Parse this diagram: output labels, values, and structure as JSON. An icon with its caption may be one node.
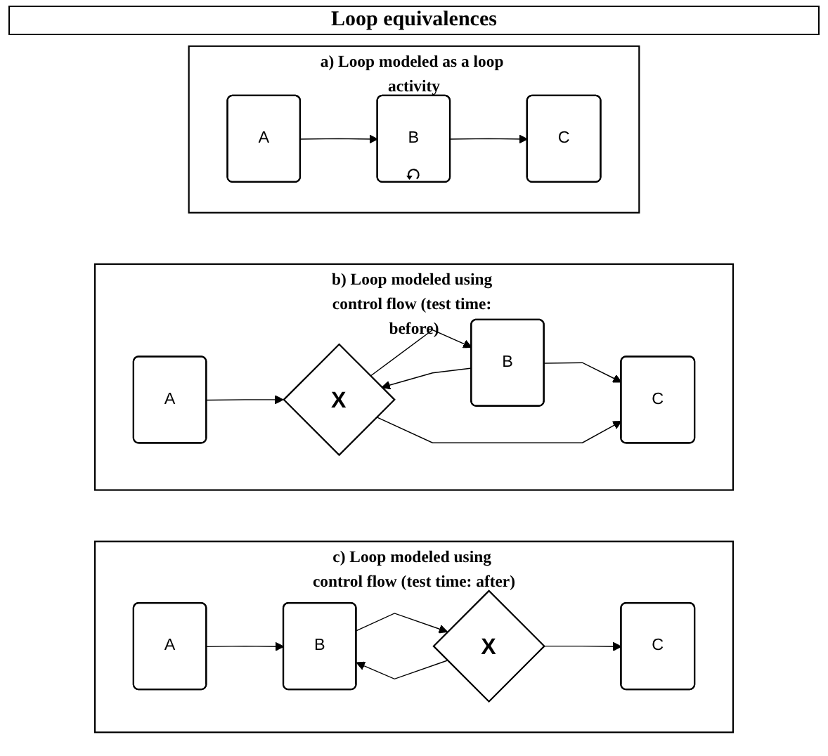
{
  "diagram": {
    "title": "Loop equivalences",
    "nodes": [
      {
        "text": [
          "a) Loop modeled as a loop activity"
        ]
      },
      {
        "text": [
          "A"
        ],
        "in": 0
      },
      {
        "text": [
          "B"
        ],
        "in": 0
      },
      {
        "text": [
          "C"
        ],
        "in": 0
      },
      {
        "text": [
          "b) Loop modeled using control flow (test time: before)"
        ]
      },
      {
        "text": [
          "A"
        ],
        "in": 4
      },
      {
        "text": [
          "X"
        ],
        "in": 4
      },
      {
        "text": [
          "B"
        ],
        "in": 4
      },
      {
        "text": [
          "C"
        ],
        "in": 4
      },
      {
        "text": [
          "c) Loop modeled using control flow (test time: after)"
        ]
      },
      {
        "text": [
          "A"
        ],
        "in": 9
      },
      {
        "text": [
          "B"
        ],
        "in": 9
      },
      {
        "text": [
          "X"
        ],
        "in": 9
      },
      {
        "text": [
          "C"
        ],
        "in": 9
      }
    ],
    "edges": [
      {
        "from": 1,
        "to": 2,
        "arrow": "to"
      },
      {
        "from": 2,
        "to": 3,
        "arrow": "to"
      },
      {
        "from": 5,
        "to": 6,
        "arrow": "to"
      },
      {
        "from": 6,
        "to": 7,
        "arrow": "to"
      },
      {
        "from": 7,
        "to": 8,
        "arrow": "to"
      },
      {
        "from": 6,
        "to": 8,
        "arrow": "to"
      },
      {
        "from": 7,
        "to": 6,
        "arrow": "to"
      },
      {
        "from": 10,
        "to": 11,
        "arrow": "to"
      },
      {
        "from": 11,
        "to": 12,
        "arrow": "to"
      },
      {
        "from": 12,
        "to": 13,
        "arrow": "to"
      },
      {
        "from": 12,
        "to": 11,
        "arrow": "to"
      }
    ]
  }
}
